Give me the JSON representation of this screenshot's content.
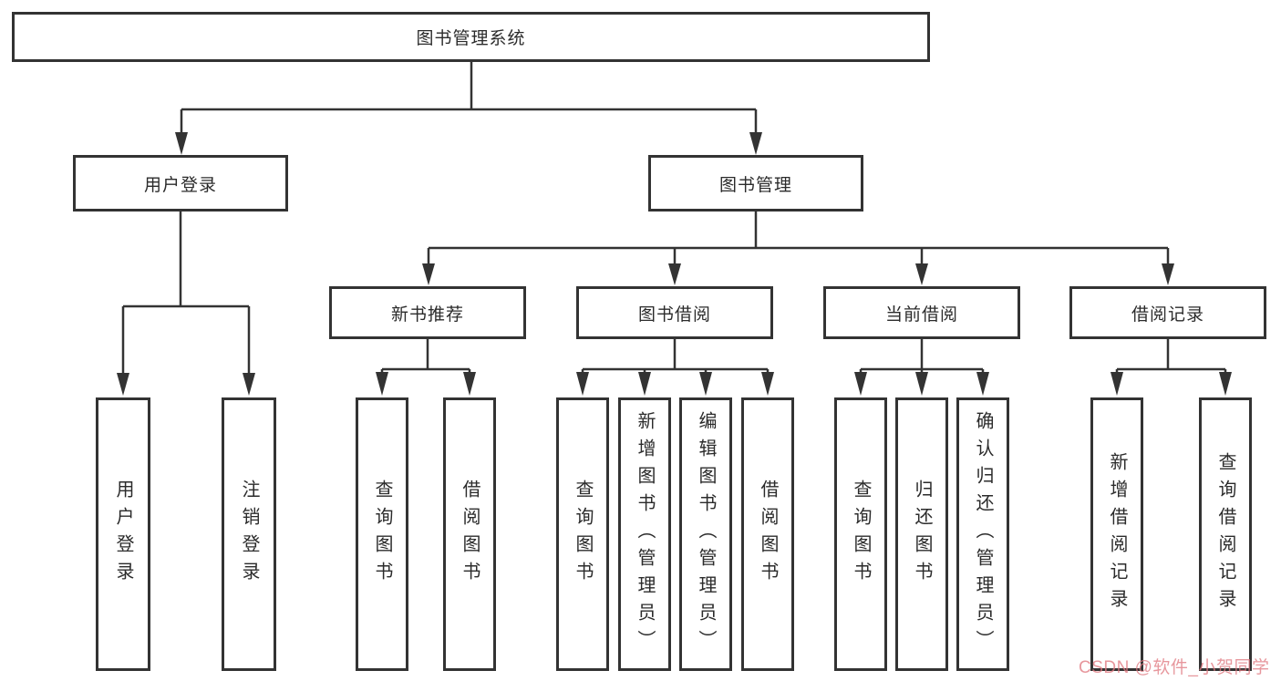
{
  "diagram": {
    "root": {
      "label": "图书管理系统",
      "children": [
        {
          "label": "用户登录",
          "children": [
            {
              "label": "用户登录"
            },
            {
              "label": "注销登录"
            }
          ]
        },
        {
          "label": "图书管理",
          "children": [
            {
              "label": "新书推荐",
              "children": [
                {
                  "label": "查询图书"
                },
                {
                  "label": "借阅图书"
                }
              ]
            },
            {
              "label": "图书借阅",
              "children": [
                {
                  "label": "查询图书"
                },
                {
                  "label": "新增图书（管理员）"
                },
                {
                  "label": "编辑图书（管理员）"
                },
                {
                  "label": "借阅图书"
                }
              ]
            },
            {
              "label": "当前借阅",
              "children": [
                {
                  "label": "查询图书"
                },
                {
                  "label": "归还图书"
                },
                {
                  "label": "确认归还（管理员）"
                }
              ]
            },
            {
              "label": "借阅记录",
              "children": [
                {
                  "label": "新增借阅记录"
                },
                {
                  "label": "查询借阅记录"
                }
              ]
            }
          ]
        }
      ]
    }
  },
  "watermark": {
    "text": "CSDN @软件_小贺同学",
    "color": "#eba6ab"
  },
  "colors": {
    "line": "#333333",
    "border": "#333333",
    "text": "#2b2b2b",
    "background": "#ffffff"
  }
}
